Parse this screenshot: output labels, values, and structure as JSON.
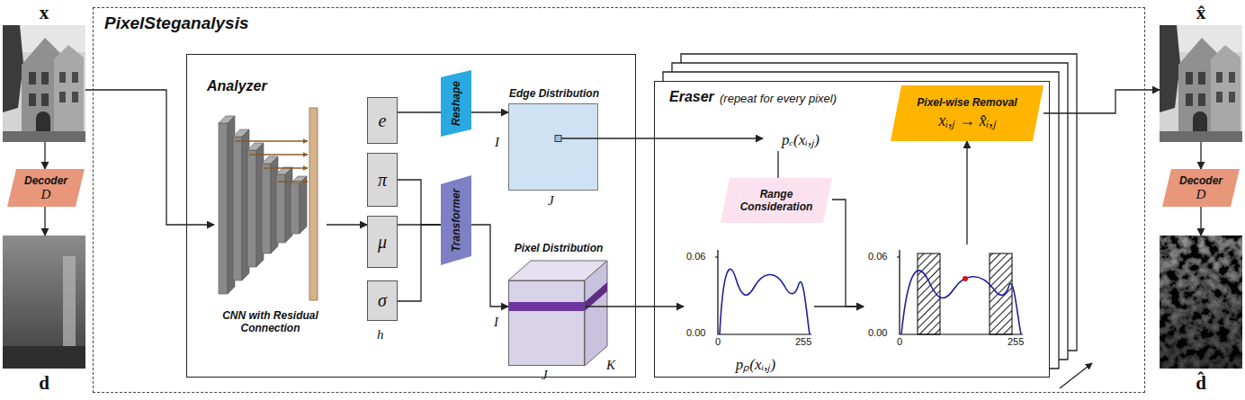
{
  "diagram": {
    "nodes": [
      {
        "text": [
          "x"
        ]
      },
      {
        "text": [
          "Decoder",
          "D"
        ]
      },
      {
        "text": [
          "d"
        ]
      },
      {
        "text": [
          "PixelSteganalysis"
        ]
      },
      {
        "text": [
          "Analyzer"
        ],
        "in": 3
      },
      {
        "text": [
          "CNN with Residual Connection"
        ],
        "in": 4
      },
      {
        "text": [
          "e"
        ],
        "in": 4
      },
      {
        "text": [
          "π"
        ],
        "in": 4
      },
      {
        "text": [
          "μ"
        ],
        "in": 4
      },
      {
        "text": [
          "σ"
        ],
        "in": 4
      },
      {
        "text": [
          "Reshape"
        ],
        "in": 4
      },
      {
        "text": [
          "Transformer"
        ],
        "in": 4
      },
      {
        "text": [
          "Edge Distribution"
        ],
        "in": 4
      },
      {
        "text": [
          "Pixel Distribution"
        ],
        "in": 4
      },
      {
        "text": [
          "Eraser",
          "(repeat for every pixel)"
        ],
        "in": 3
      },
      {
        "text": [
          "pₑ(xᵢ,ⱼ)"
        ],
        "in": 14
      },
      {
        "text": [
          "Range Consideration"
        ],
        "in": 14
      },
      {
        "text": [
          "Pixel-wise Removal",
          "xᵢ,ⱼ → x̂ᵢ,ⱼ"
        ],
        "in": 14
      },
      {
        "text": [
          "0.06",
          "0.00",
          "0",
          "255",
          "pₚ(xᵢ,ⱼ)"
        ],
        "in": 14
      },
      {
        "text": [
          "0.06",
          "0.00",
          "0",
          "255"
        ],
        "in": 14
      },
      {
        "text": [
          "x̂"
        ]
      },
      {
        "text": [
          "Decoder",
          "D"
        ]
      },
      {
        "text": [
          "d̂"
        ]
      }
    ],
    "edges": [
      {
        "from": 0,
        "to": 5,
        "arrow": "to"
      },
      {
        "from": 0,
        "to": 1,
        "arrow": "to"
      },
      {
        "from": 1,
        "to": 2,
        "arrow": "to"
      },
      {
        "from": 5,
        "to": 8,
        "arrow": "to"
      },
      {
        "from": 6,
        "to": 10,
        "arrow": "none"
      },
      {
        "from": 10,
        "to": 12,
        "arrow": "to"
      },
      {
        "from": 7,
        "to": 11,
        "arrow": "none"
      },
      {
        "from": 8,
        "to": 11,
        "arrow": "none"
      },
      {
        "from": 9,
        "to": 11,
        "arrow": "none"
      },
      {
        "from": 11,
        "to": 13,
        "arrow": "to"
      },
      {
        "from": 12,
        "to": 15,
        "arrow": "to"
      },
      {
        "from": 15,
        "to": 16,
        "arrow": "none"
      },
      {
        "from": 13,
        "to": 18,
        "arrow": "to"
      },
      {
        "from": 16,
        "to": 19,
        "arrow": "to"
      },
      {
        "from": 18,
        "to": 19,
        "arrow": "to"
      },
      {
        "from": 19,
        "to": 17,
        "arrow": "to"
      },
      {
        "from": 17,
        "to": 20,
        "arrow": "to"
      },
      {
        "from": 20,
        "to": 21,
        "arrow": "to"
      },
      {
        "from": 21,
        "to": 22,
        "arrow": "to"
      }
    ],
    "labels": [
      "h",
      "I",
      "J",
      "I",
      "J",
      "K"
    ]
  }
}
